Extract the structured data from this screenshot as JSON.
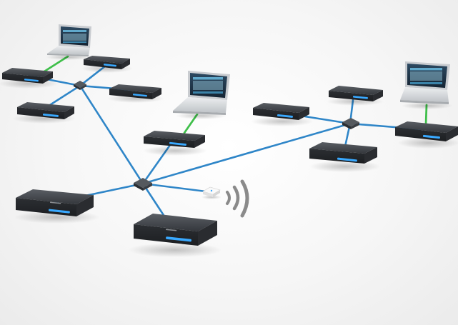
{
  "diagram": {
    "type": "network-topology",
    "colors": {
      "ethernet_link": "#2f86c8",
      "computer_link": "#3fbf4a",
      "device_body": "#3a3d42",
      "device_led": "#39a9ff",
      "hub_body": "#4a4d52",
      "laptop_body": "#d8dadd",
      "laptop_screen": "#1b2a3a",
      "wireless_ap": "#f4f4f4",
      "wifi_signal": "#8a8a8a"
    },
    "devices": [
      {
        "id": "rack-1",
        "kind": "audio-interface-1u",
        "brand_text": "",
        "icon": "rack-unit"
      },
      {
        "id": "rack-2",
        "kind": "audio-interface-1u",
        "brand_text": "",
        "icon": "rack-unit"
      },
      {
        "id": "rack-3",
        "kind": "audio-interface-1u",
        "brand_text": "",
        "icon": "rack-unit"
      },
      {
        "id": "rack-4",
        "kind": "audio-interface-1u",
        "brand_text": "",
        "icon": "rack-unit"
      },
      {
        "id": "rack-5",
        "kind": "audio-interface-1u",
        "brand_text": "",
        "icon": "rack-unit"
      },
      {
        "id": "rack-6",
        "kind": "audio-interface-1u",
        "brand_text": "",
        "icon": "rack-unit"
      },
      {
        "id": "rack-7",
        "kind": "audio-interface-1u",
        "brand_text": "",
        "icon": "rack-unit"
      },
      {
        "id": "rack-8",
        "kind": "audio-interface-1u",
        "brand_text": "",
        "icon": "rack-unit"
      },
      {
        "id": "rack-9",
        "kind": "audio-interface-1u",
        "brand_text": "",
        "icon": "rack-unit"
      },
      {
        "id": "rack-10",
        "kind": "audio-interface-1u",
        "brand_text": "",
        "icon": "rack-unit"
      },
      {
        "id": "rack-11",
        "kind": "audio-interface-1u",
        "brand_text": "",
        "icon": "rack-unit"
      }
    ],
    "switches": [
      "hub-left",
      "hub-center",
      "hub-right"
    ],
    "computers": [
      "laptop-1",
      "laptop-2",
      "laptop-3"
    ],
    "wireless": {
      "id": "wireless-access-point",
      "icon": "wifi-signal-icon"
    }
  }
}
